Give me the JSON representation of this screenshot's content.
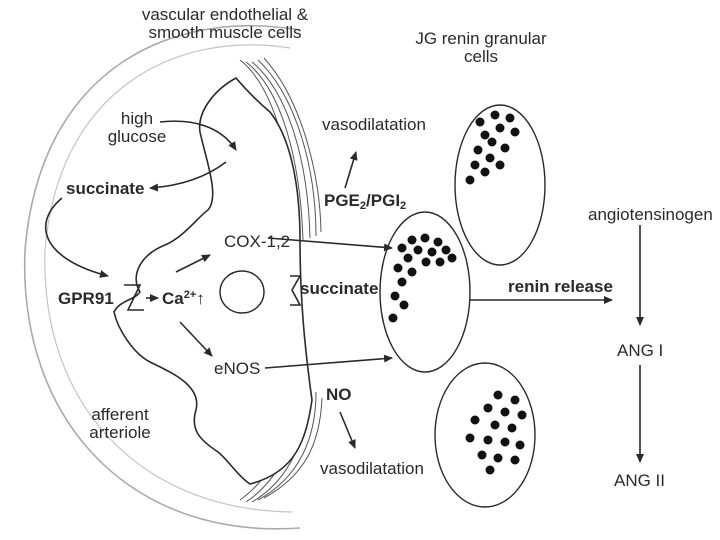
{
  "labels": {
    "vascular_line1": "vascular endothelial &",
    "vascular_line2": "smooth muscle cells",
    "jg_line1": "JG renin granular",
    "jg_line2": "cells",
    "high": "high",
    "glucose": "glucose",
    "succinate_intra": "succinate",
    "vasodilatation_top": "vasodilatation",
    "pge_prefix": "PGE",
    "pge_sub": "2",
    "pgi_prefix": "/PGI",
    "pgi_sub": "2",
    "angiotensinogen": "angiotensinogen",
    "cox": "COX-1,2",
    "gpr91": "GPR91",
    "ca": "Ca",
    "ca_sup": "2+",
    "ca_arrow": "↑",
    "succinate_extra": "succinate",
    "renin_release": "renin release",
    "ang1": "ANG I",
    "enos": "eNOS",
    "no": "NO",
    "afferent": "afferent",
    "arteriole": "arteriole",
    "vasodilatation_bottom": "vasodilatation",
    "ang2": "ANG II"
  },
  "colors": {
    "ink": "#2a2a2a",
    "outer_wall": "#aaaaaa",
    "background": "#ffffff"
  }
}
